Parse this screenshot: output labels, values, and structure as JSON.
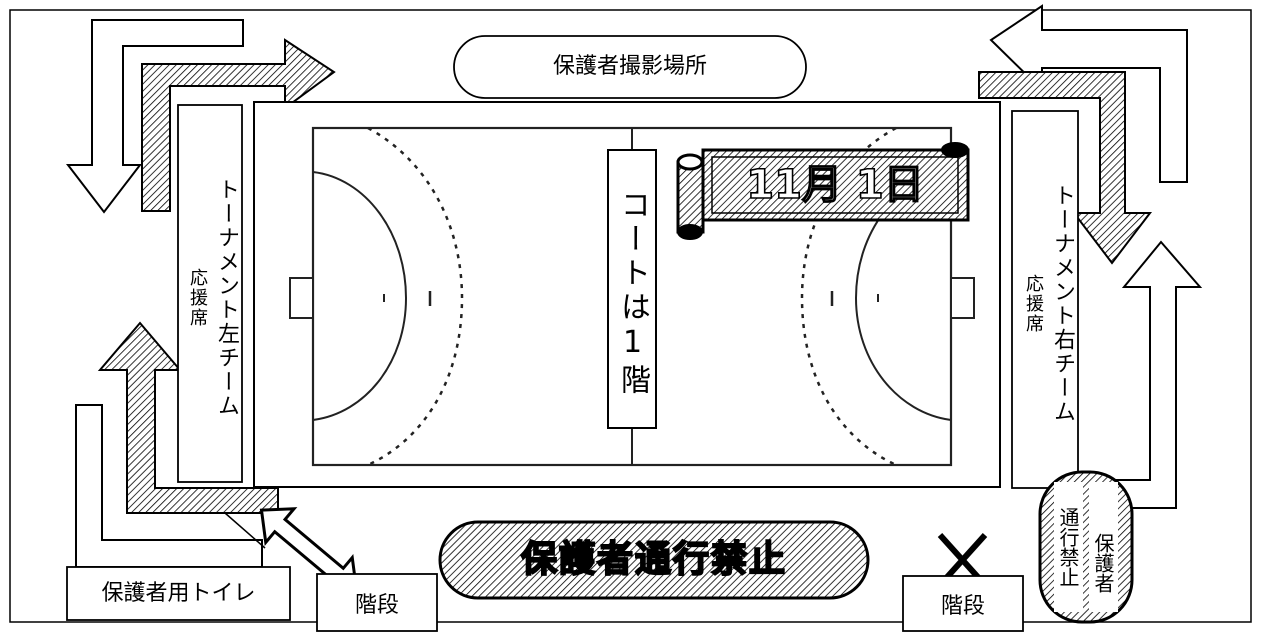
{
  "photo_area": "保護者撮影場所",
  "left_stand": {
    "main": "トーナメント左チーム",
    "sub": "応援席"
  },
  "right_stand": {
    "main": "トーナメント右チーム",
    "sub": "応援席"
  },
  "court_note": "コートは1階",
  "date_banner": "11月 1日",
  "no_passage": "保護者通行禁止",
  "no_passage_guardian": {
    "line1": "保護者",
    "line2": "通行禁止"
  },
  "toilet": "保護者用トイレ",
  "stairs_left": "階段",
  "stairs_right": "階段",
  "colors": {
    "ink": "#000000",
    "paper": "#ffffff",
    "hatch": "#000000"
  }
}
